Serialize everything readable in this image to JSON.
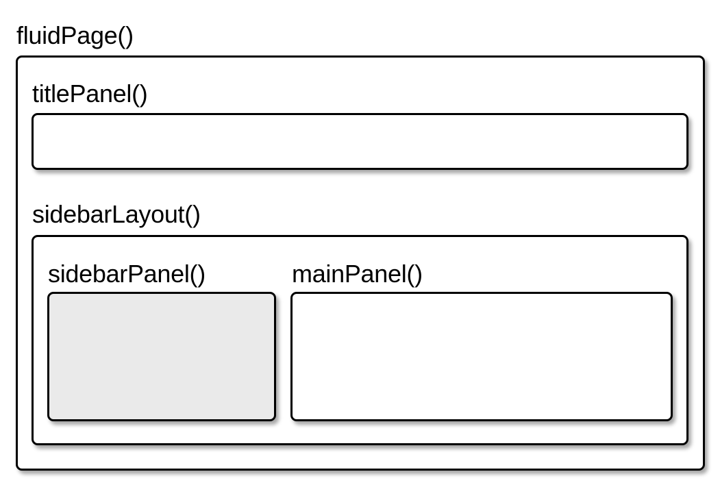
{
  "diagram": {
    "fluid_page": {
      "label": "fluidPage()"
    },
    "title_panel": {
      "label": "titlePanel()"
    },
    "sidebar_layout": {
      "label": "sidebarLayout()"
    },
    "sidebar_panel": {
      "label": "sidebarPanel()",
      "fill": "#eaeaea"
    },
    "main_panel": {
      "label": "mainPanel()",
      "fill": "#ffffff"
    }
  }
}
